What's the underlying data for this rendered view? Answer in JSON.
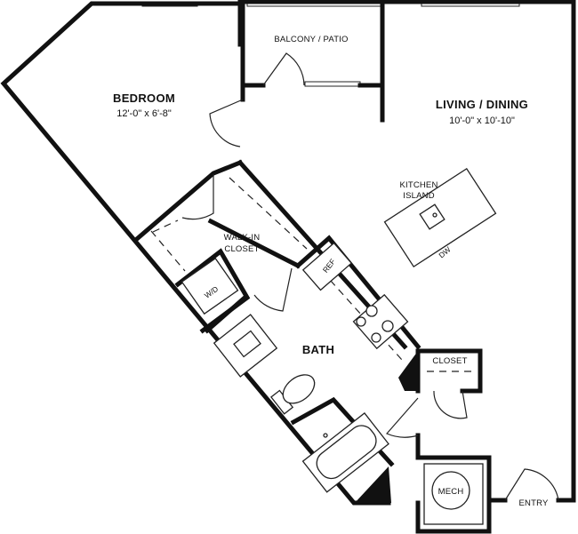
{
  "rooms": {
    "bedroom": {
      "name": "BEDROOM",
      "dimensions": "12'-0\" x 6'-8\""
    },
    "living_dining": {
      "name": "LIVING / DINING",
      "dimensions": "10'-0\" x 10'-10\""
    },
    "bath": {
      "name": "BATH"
    },
    "balcony": {
      "name": "BALCONY / PATIO"
    },
    "walk_in_closet": {
      "line1": "WALK-IN",
      "line2": "CLOSET"
    },
    "closet": {
      "name": "CLOSET"
    },
    "mech": {
      "name": "MECH"
    },
    "entry": {
      "name": "ENTRY"
    }
  },
  "fixtures": {
    "kitchen_island": {
      "line1": "KITCHEN",
      "line2": "ISLAND"
    },
    "dishwasher": "DW",
    "refrigerator": "REF",
    "washer_dryer": "W/D"
  }
}
